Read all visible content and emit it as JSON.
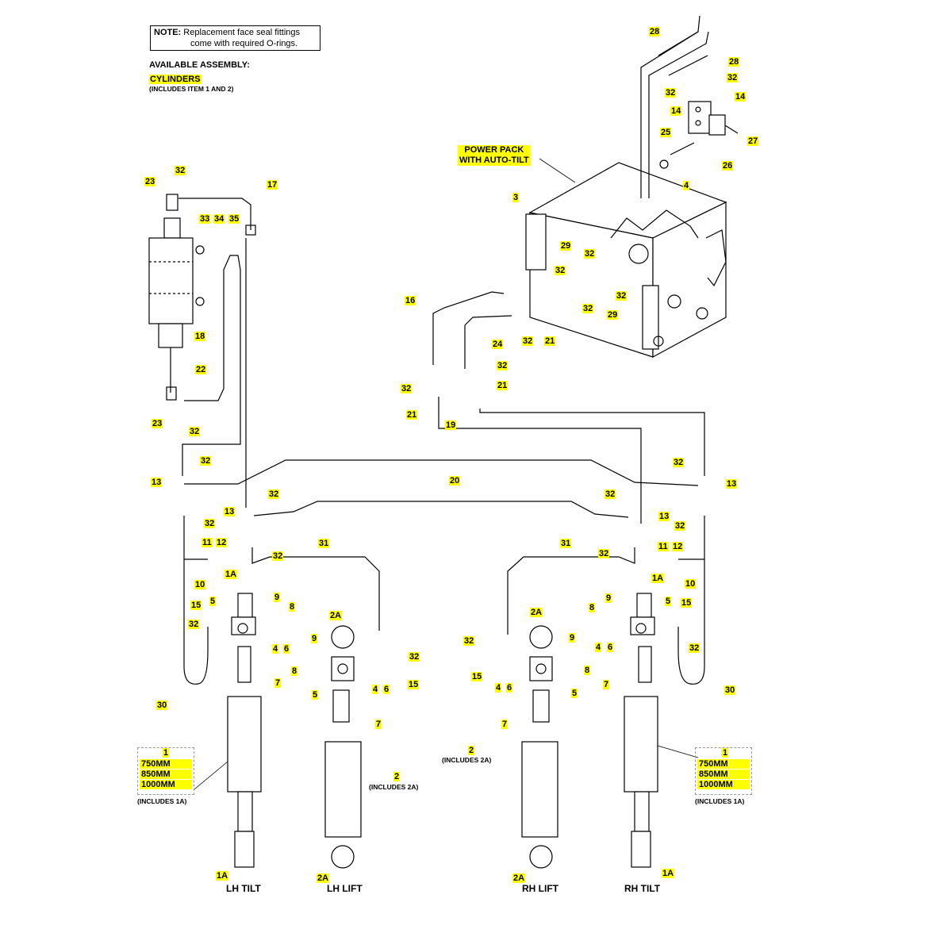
{
  "note": {
    "prefix": "NOTE:",
    "line1": "Replacement face seal fittings",
    "line2": "come with required O-rings."
  },
  "assembly": {
    "heading": "AVAILABLE ASSEMBLY:",
    "item": "CYLINDERS",
    "includes": "(INCLUDES ITEM 1 AND 2)"
  },
  "power_pack": {
    "line1": "POWER PACK",
    "line2": "WITH AUTO-TILT"
  },
  "titles": {
    "lh_tilt": "LH TILT",
    "lh_lift": "LH LIFT",
    "rh_lift": "RH LIFT",
    "rh_tilt": "RH TILT"
  },
  "size_box": {
    "number": "1",
    "options": [
      "750MM",
      "850MM",
      "1000MM"
    ],
    "includes": "(INCLUDES 1A)"
  },
  "includes_2a": "(INCLUDES 2A)",
  "callouts": [
    "28",
    "28",
    "32",
    "32",
    "14",
    "14",
    "27",
    "25",
    "26",
    "4",
    "3",
    "29",
    "32",
    "32",
    "32",
    "32",
    "29",
    "16",
    "32",
    "21",
    "24",
    "32",
    "32",
    "21",
    "21",
    "32",
    "17",
    "23",
    "33",
    "34",
    "35",
    "18",
    "22",
    "23",
    "32",
    "19",
    "20",
    "32",
    "13",
    "32",
    "32",
    "13",
    "32",
    "32",
    "13",
    "32",
    "13",
    "32",
    "32",
    "31",
    "31",
    "11",
    "12",
    "10",
    "11",
    "12",
    "10",
    "1A",
    "1A",
    "5",
    "9",
    "8",
    "15",
    "32",
    "4",
    "6",
    "7",
    "30",
    "5",
    "9",
    "8",
    "15",
    "32",
    "4",
    "6",
    "7",
    "30",
    "2A",
    "9",
    "8",
    "5",
    "4",
    "6",
    "7",
    "32",
    "15",
    "2",
    "2A",
    "9",
    "8",
    "5",
    "4",
    "6",
    "7",
    "32",
    "15",
    "2",
    "1A",
    "2A",
    "2A",
    "1A",
    "1",
    "1"
  ]
}
